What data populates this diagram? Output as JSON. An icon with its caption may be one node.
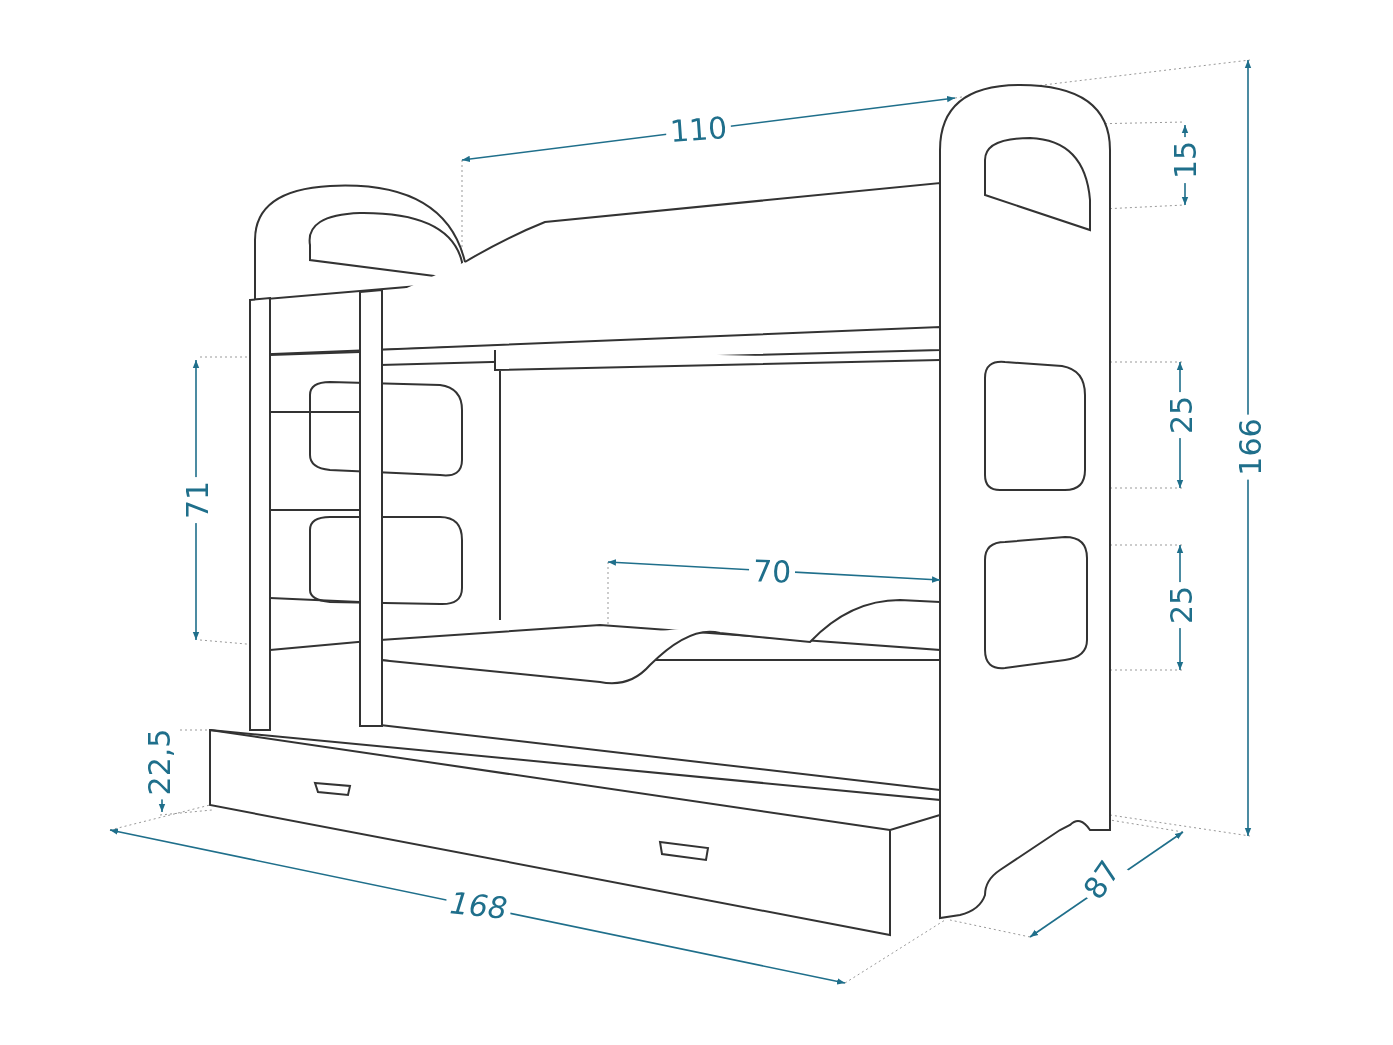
{
  "diagram": {
    "labels": [
      "110",
      "15",
      "25",
      "166",
      "71",
      "70",
      "25",
      "22,5",
      "87",
      "168"
    ]
  }
}
